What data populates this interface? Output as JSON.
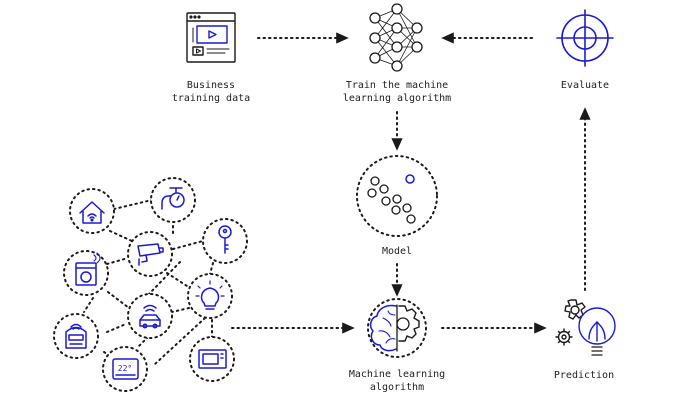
{
  "colors": {
    "ink": "#1a1a1a",
    "accent": "#1a1ad6",
    "background": "#ffffff"
  },
  "nodes": {
    "business_data": {
      "line1": "Business",
      "line2": "training data",
      "icon": "browser-window-icon"
    },
    "train": {
      "line1": "Train the machine",
      "line2": "learning algorithm",
      "icon": "neural-network-icon"
    },
    "evaluate": {
      "label": "Evaluate",
      "icon": "crosshair-target-icon"
    },
    "model": {
      "label": "Model",
      "icon": "cluster-dots-icon"
    },
    "ml_algorithm": {
      "line1": "Machine learning",
      "line2": "algorithm",
      "icon": "brain-gear-icon"
    },
    "prediction": {
      "label": "Prediction",
      "icon": "gears-lightbulb-icon"
    }
  },
  "iot_devices": [
    {
      "name": "house-wifi-icon"
    },
    {
      "name": "faucet-meter-icon"
    },
    {
      "name": "security-camera-icon"
    },
    {
      "name": "key-icon"
    },
    {
      "name": "washing-machine-icon"
    },
    {
      "name": "lightbulb-icon"
    },
    {
      "name": "car-wifi-icon"
    },
    {
      "name": "smart-meter-icon"
    },
    {
      "name": "thermostat-icon"
    },
    {
      "name": "microwave-icon"
    }
  ],
  "thermostat_display": "22°"
}
